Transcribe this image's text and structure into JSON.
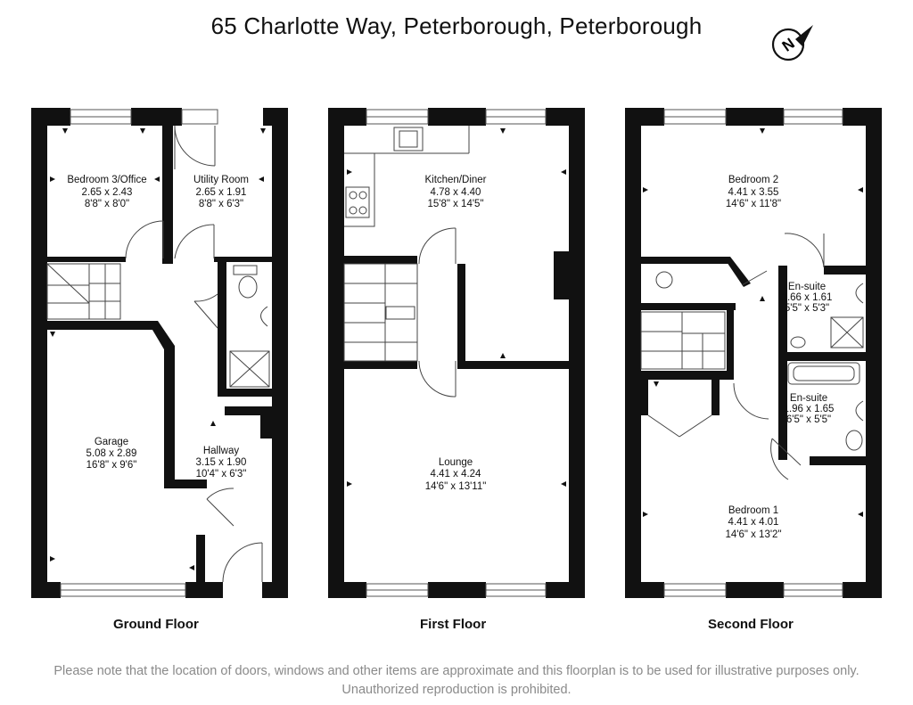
{
  "title": "65 Charlotte Way, Peterborough, Peterborough",
  "compass": {
    "letter": "N",
    "icon": "north-arrow-icon"
  },
  "floors": [
    {
      "label": "Ground Floor",
      "rooms": [
        {
          "name": "Bedroom 3/Office",
          "metric": "2.65 x 2.43",
          "imperial": "8'8\" x 8'0\""
        },
        {
          "name": "Utility Room",
          "metric": "2.65 x 1.91",
          "imperial": "8'8\" x 6'3\""
        },
        {
          "name": "Garage",
          "metric": "5.08 x 2.89",
          "imperial": "16'8\" x 9'6\""
        },
        {
          "name": "Hallway",
          "metric": "3.15 x 1.90",
          "imperial": "10'4\" x 6'3\""
        }
      ]
    },
    {
      "label": "First Floor",
      "rooms": [
        {
          "name": "Kitchen/Diner",
          "metric": "4.78 x 4.40",
          "imperial": "15'8\" x 14'5\""
        },
        {
          "name": "Lounge",
          "metric": "4.41 x 4.24",
          "imperial": "14'6\" x 13'11\""
        }
      ]
    },
    {
      "label": "Second Floor",
      "rooms": [
        {
          "name": "Bedroom 2",
          "metric": "4.41 x 3.55",
          "imperial": "14'6\" x 11'8\""
        },
        {
          "name": "En-suite",
          "metric": "1.66 x 1.61",
          "imperial": "5'5\" x 5'3\""
        },
        {
          "name": "En-suite",
          "metric": "1.96 x 1.65",
          "imperial": "6'5\" x 5'5\""
        },
        {
          "name": "Bedroom 1",
          "metric": "4.41 x 4.01",
          "imperial": "14'6\" x 13'2\""
        }
      ]
    }
  ],
  "disclaimer": "Please note that the location of doors, windows and other items are approximate and this floorplan is to be used for illustrative purposes only. Unauthorized reproduction is prohibited.",
  "colors": {
    "wall": "#111111",
    "text": "#111111",
    "disclaimer": "#8a8a8a"
  }
}
